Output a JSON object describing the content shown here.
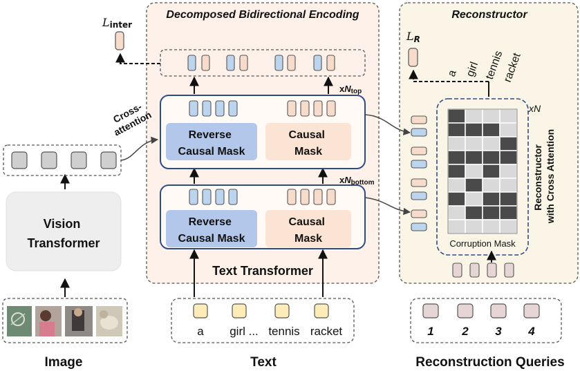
{
  "labels": {
    "image": "Image",
    "text": "Text",
    "reconstruction_queries": "Reconstruction Queries",
    "vision_transformer_line1": "Vision",
    "vision_transformer_line2": "Transformer",
    "cross_attention_line1": "Cross-",
    "cross_attention_line2": "attention",
    "dbe_title": "Decomposed Bidirectional Encoding",
    "reconstructor_title": "Reconstructor",
    "text_transformer": "Text Transformer",
    "reverse_mask_line1": "Reverse",
    "reverse_mask_line2": "Causal Mask",
    "causal_mask_line1": "Causal",
    "causal_mask_line2": "Mask",
    "xn_top_prefix": "x",
    "xn_top_N": "N",
    "xn_top_sub": "top",
    "xn_bottom_prefix": "x",
    "xn_bottom_N": "N",
    "xn_bottom_sub": "bottom",
    "loss_inter_L": "L",
    "loss_inter_sub": "inter",
    "loss_r_L": "L",
    "loss_r_sub": "R",
    "xn_recon": "xN",
    "corruption_mask": "Corruption Mask",
    "recon_side_line1": "Reconstructor",
    "recon_side_line2": "with Cross Attention"
  },
  "text_tokens": [
    "a",
    "girl ...",
    "tennis",
    "racket"
  ],
  "output_words": [
    "a",
    "girl",
    "tennis",
    "racket"
  ],
  "query_numbers": [
    "1",
    "2",
    "3",
    "4"
  ],
  "corruption_mask_grid": [
    [
      1,
      0,
      0,
      0
    ],
    [
      1,
      1,
      1,
      0
    ],
    [
      0,
      0,
      0,
      1
    ],
    [
      1,
      1,
      1,
      1
    ],
    [
      1,
      0,
      1,
      0
    ],
    [
      0,
      1,
      0,
      0
    ],
    [
      1,
      0,
      1,
      1
    ],
    [
      0,
      1,
      1,
      1
    ],
    [
      0,
      0,
      0,
      0
    ]
  ],
  "colors": {
    "blue_token": "#bcd4ee",
    "peach_token": "#f7dccb",
    "yellow_token": "#fdecb8",
    "gray_token": "#cfcfcf",
    "query_token": "#e6d5d5",
    "mask_blue": "#b3c7ea",
    "mask_peach": "#fbe4d3",
    "panel_peach": "#fdf1ea",
    "panel_cream": "#faf5e6",
    "encoder_border": "#2f4a8a",
    "dark_cell": "#4a4a4a",
    "light_cell": "#d9d9d9"
  }
}
